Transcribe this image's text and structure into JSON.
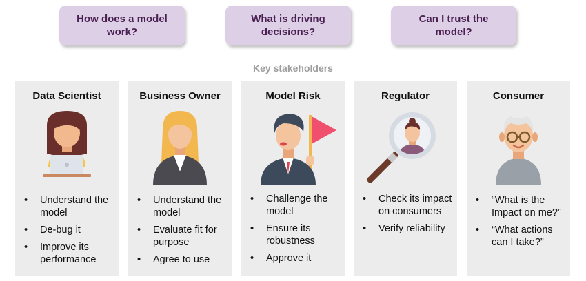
{
  "questions": [
    "How does a model work?",
    "What is driving decisions?",
    "Can I trust the model?"
  ],
  "subtitle": "Key stakeholders",
  "stakeholders": [
    {
      "title": "Data Scientist",
      "bullets": [
        "Understand the model",
        "De-bug it",
        "Improve its performance"
      ]
    },
    {
      "title": "Business Owner",
      "bullets": [
        "Understand the model",
        "Evaluate fit for purpose",
        "Agree to use"
      ]
    },
    {
      "title": "Model Risk",
      "bullets": [
        "Challenge the model",
        "Ensure its robustness",
        "Approve it"
      ]
    },
    {
      "title": "Regulator",
      "bullets": [
        "Check its impact on consumers",
        "Verify reliability"
      ]
    },
    {
      "title": "Consumer",
      "bullets": [
        "“What is the Impact on me?”",
        "“What actions can I take?”"
      ]
    }
  ],
  "icons": [
    "woman-with-laptop-icon",
    "businesswoman-icon",
    "man-with-flag-icon",
    "magnifier-person-icon",
    "elderly-man-icon"
  ],
  "colors": {
    "question_bg": "#ddd0e6",
    "question_text": "#4a1f52",
    "card_bg": "#ececec",
    "subtitle": "#9e9e9e"
  }
}
